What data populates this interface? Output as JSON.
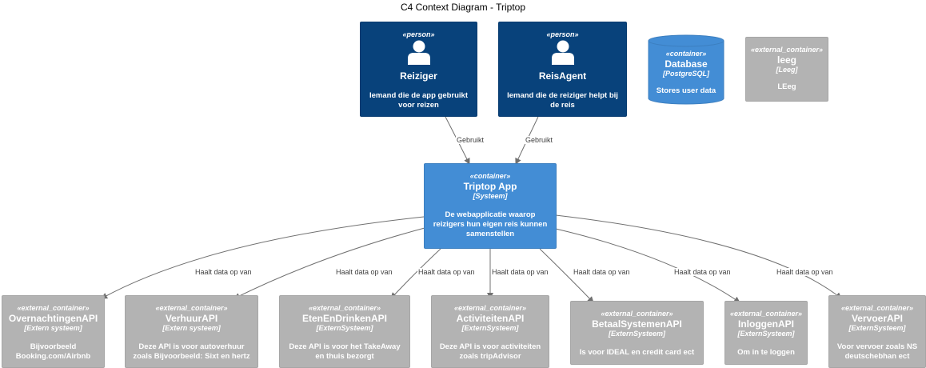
{
  "title": "C4 Context Diagram - Triptop",
  "persons": [
    {
      "stereotype": "«person»",
      "name": "Reiziger",
      "description": "Iemand die de app gebruikt voor reizen"
    },
    {
      "stereotype": "«person»",
      "name": "ReisAgent",
      "description": "Iemand die de reiziger helpt bij de reis"
    }
  ],
  "database": {
    "stereotype": "«container»",
    "name": "Database",
    "tech": "[PostgreSQL]",
    "description": "Stores user data"
  },
  "leeg": {
    "stereotype": "«external_container»",
    "name": "leeg",
    "tech": "[Leeg]",
    "description": "LEeg"
  },
  "app": {
    "stereotype": "«container»",
    "name": "Triptop App",
    "tech": "[Systeem]",
    "description": "De webapplicatie waarop reizigers hun eigen reis kunnen samenstellen"
  },
  "externals": [
    {
      "stereotype": "«external_container»",
      "name": "OvernachtingenAPI",
      "tech": "[Extern systeem]",
      "description": "Bijvoorbeeld Booking.com/Airbnb"
    },
    {
      "stereotype": "«external_container»",
      "name": "VerhuurAPI",
      "tech": "[Extern systeem]",
      "description": "Deze API is voor autoverhuur zoals Bijvoorbeeld: Sixt en hertz"
    },
    {
      "stereotype": "«external_container»",
      "name": "EtenEnDrinkenAPI",
      "tech": "[ExternSysteem]",
      "description": "Deze API is voor het TakeAway en thuis bezorgt"
    },
    {
      "stereotype": "«external_container»",
      "name": "ActiviteitenAPI",
      "tech": "[ExternSysteem]",
      "description": "Deze API is voor activiteiten zoals tripAdvisor"
    },
    {
      "stereotype": "«external_container»",
      "name": "BetaalSystemenAPI",
      "tech": "[ExternSysteem]",
      "description": "Is voor IDEAL en credit card ect"
    },
    {
      "stereotype": "«external_container»",
      "name": "InloggenAPI",
      "tech": "[ExternSysteem]",
      "description": "Om in te loggen"
    },
    {
      "stereotype": "«external_container»",
      "name": "VervoerAPI",
      "tech": "[ExternSysteem]",
      "description": "Voor vervoer zoals NS deutschebhan ect"
    }
  ],
  "edge_labels": {
    "uses": "Gebruikt",
    "fetches": "Haalt data op van"
  }
}
